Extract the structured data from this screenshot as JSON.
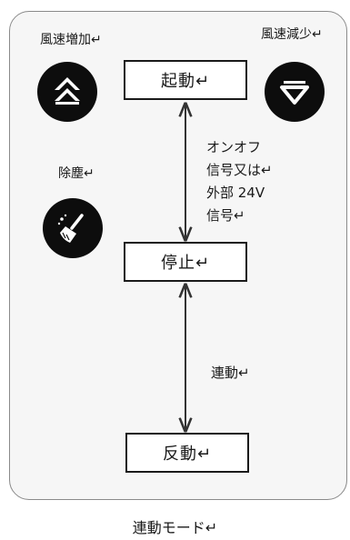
{
  "buttons": {
    "speed_up": {
      "label": "風速増加↵",
      "icon": "double-chevron-up-icon"
    },
    "speed_down": {
      "label": "風速減少↵",
      "icon": "chevron-down-icon"
    },
    "dust_removal": {
      "label": "除塵↵",
      "icon": "broom-icon"
    }
  },
  "states": {
    "start": "起動↵",
    "stop": "停止↵",
    "reverse": "反動↵"
  },
  "transitions": {
    "start_stop_condition": [
      "オンオフ",
      "信号又は↵",
      "外部 24V",
      "信号↵"
    ],
    "stop_reverse_condition": "連動↵"
  },
  "caption": "連動モード↵",
  "colors": {
    "button_fill": "#0d0d0d",
    "panel_border": "#8a8a8a",
    "panel_fill": "#f6f6f6"
  }
}
